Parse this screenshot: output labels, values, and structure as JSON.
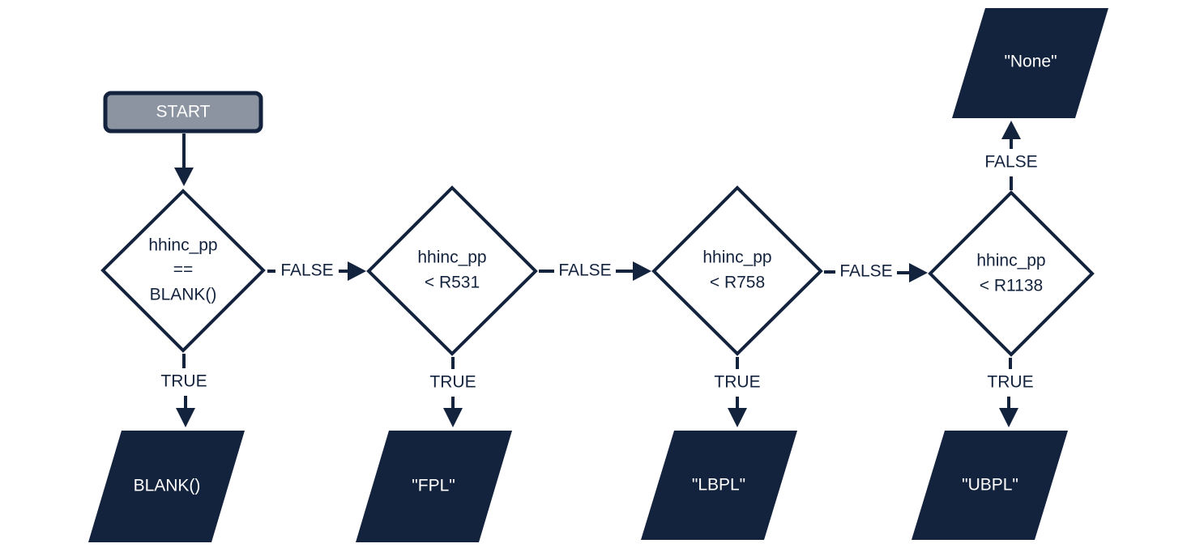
{
  "start": {
    "label": "START"
  },
  "decisions": [
    {
      "lines": [
        "hhinc_pp",
        "==",
        "BLANK()"
      ]
    },
    {
      "lines": [
        "hhinc_pp",
        "< R531"
      ]
    },
    {
      "lines": [
        "hhinc_pp",
        "< R758"
      ]
    },
    {
      "lines": [
        "hhinc_pp",
        "< R1138"
      ]
    }
  ],
  "outputs": [
    {
      "label": "BLANK()"
    },
    {
      "label": "\"FPL\""
    },
    {
      "label": "\"LBPL\""
    },
    {
      "label": "\"UBPL\""
    },
    {
      "label": "\"None\""
    }
  ],
  "edge_labels": {
    "true": "TRUE",
    "false": "FALSE"
  },
  "colors": {
    "dark": "#14233d",
    "start_fill": "#8c94a1",
    "background": "#ffffff"
  }
}
